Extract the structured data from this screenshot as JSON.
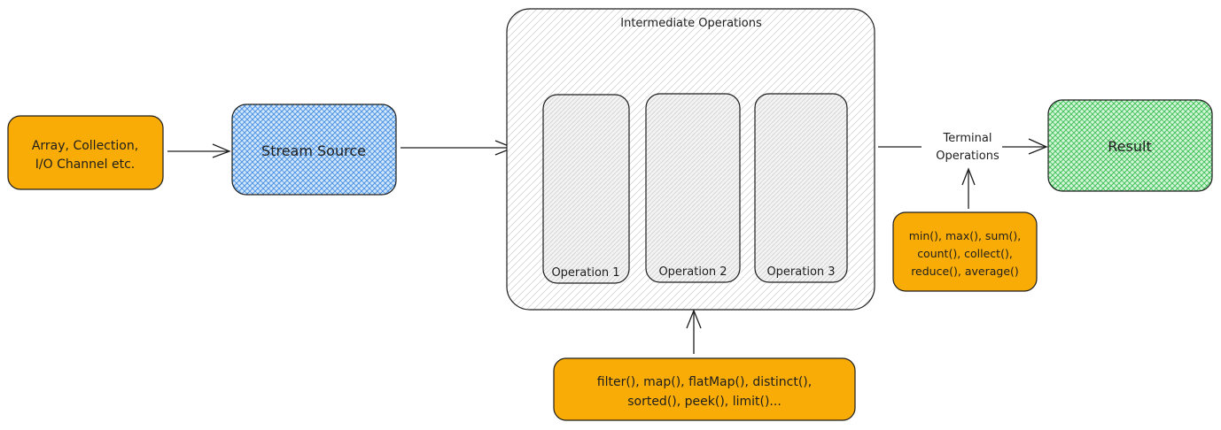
{
  "nodes": {
    "input": {
      "lines": [
        "Array, Collection,",
        "I/O Channel etc."
      ]
    },
    "source": {
      "label": "Stream Source"
    },
    "intermediate": {
      "title": "Intermediate Operations",
      "operations": [
        "Operation 1",
        "Operation 2",
        "Operation 3"
      ]
    },
    "intermediate_methods": {
      "lines": [
        "filter(), map(), flatMap(), distinct(),",
        "sorted(), peek(), limit()..."
      ]
    },
    "terminal": {
      "lines": [
        "Terminal",
        "Operations"
      ]
    },
    "terminal_methods": {
      "lines": [
        "min(), max(), sum(),",
        "count(), collect(),",
        "reduce(), average()"
      ]
    },
    "result": {
      "label": "Result"
    }
  },
  "colors": {
    "orange": "#f9ac06",
    "blue_fill": "#a5d8ff",
    "blue_hatch": "#4a90e2",
    "green_fill": "#b2f2bb",
    "green_hatch": "#40c057",
    "gray_hatch": "#c7c7c7",
    "stroke": "#1e1e1e"
  }
}
